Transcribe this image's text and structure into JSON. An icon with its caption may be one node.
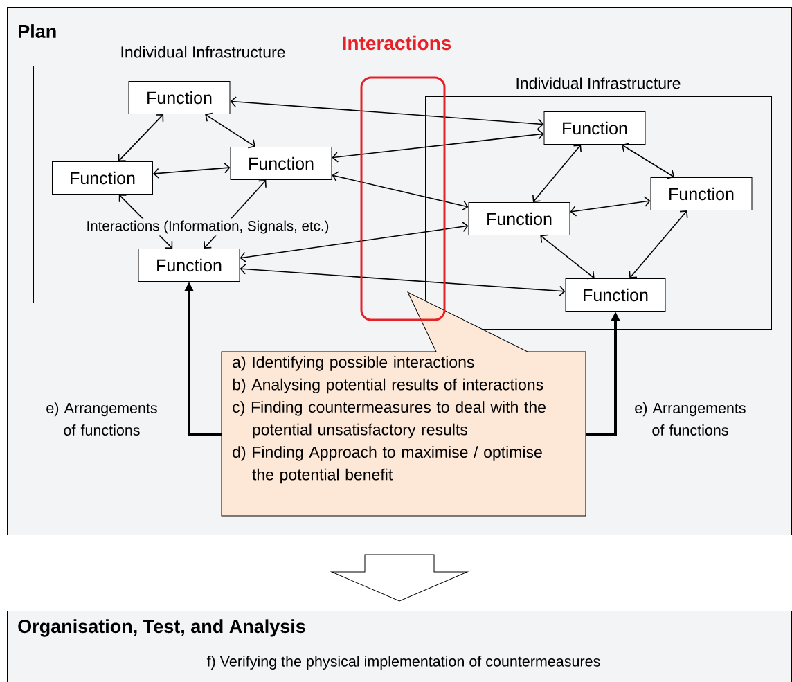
{
  "diagram": {
    "nodes": [
      {
        "text": [
          "Plan"
        ]
      },
      {
        "text": [
          "Individual Infrastructure"
        ],
        "in": 0
      },
      {
        "text": [
          "Function"
        ],
        "in": 1
      },
      {
        "text": [
          "Function"
        ],
        "in": 1
      },
      {
        "text": [
          "Function"
        ],
        "in": 1
      },
      {
        "text": [
          "Function"
        ],
        "in": 1
      },
      {
        "text": [
          "Individual Infrastructure"
        ],
        "in": 0
      },
      {
        "text": [
          "Function"
        ],
        "in": 6
      },
      {
        "text": [
          "Function"
        ],
        "in": 6
      },
      {
        "text": [
          "Function"
        ],
        "in": 6
      },
      {
        "text": [
          "Function"
        ],
        "in": 6
      },
      {
        "text": [
          "a) Identifying possible interactions",
          "b) Analysing potential results of interactions",
          "c) Finding countermeasures to deal with the potential unsatisfactory results",
          "d) Finding Approach to maximise / optimise the potential benefit"
        ],
        "in": 0
      },
      {
        "text": [
          "Organisation, Test, and Analysis",
          "f) Verifying the physical implementation of countermeasures"
        ]
      }
    ],
    "edges": [
      {
        "from": 2,
        "to": 3,
        "arrow": "both"
      },
      {
        "from": 2,
        "to": 4,
        "arrow": "both"
      },
      {
        "from": 3,
        "to": 4,
        "arrow": "both"
      },
      {
        "from": 3,
        "to": 5,
        "arrow": "both"
      },
      {
        "from": 4,
        "to": 5,
        "arrow": "both"
      },
      {
        "from": 2,
        "to": 7,
        "arrow": "both"
      },
      {
        "from": 4,
        "to": 7,
        "arrow": "both"
      },
      {
        "from": 4,
        "to": 9,
        "arrow": "both"
      },
      {
        "from": 5,
        "to": 9,
        "arrow": "both"
      },
      {
        "from": 5,
        "to": 10,
        "arrow": "both"
      },
      {
        "from": 7,
        "to": 9,
        "arrow": "both"
      },
      {
        "from": 7,
        "to": 8,
        "arrow": "both"
      },
      {
        "from": 9,
        "to": 8,
        "arrow": "both"
      },
      {
        "from": 9,
        "to": 10,
        "arrow": "both"
      },
      {
        "from": 8,
        "to": 10,
        "arrow": "both"
      },
      {
        "from": 11,
        "to": 5,
        "arrow": "to",
        "style": "thick",
        "label": "e) Arrangements of functions"
      },
      {
        "from": 11,
        "to": 10,
        "arrow": "to",
        "style": "thick",
        "label": "e) Arrangements of functions"
      },
      {
        "from": 0,
        "to": 12,
        "arrow": "to"
      }
    ],
    "labels": [
      "Interactions",
      "Interactions (Information, Signals, etc.)"
    ]
  }
}
